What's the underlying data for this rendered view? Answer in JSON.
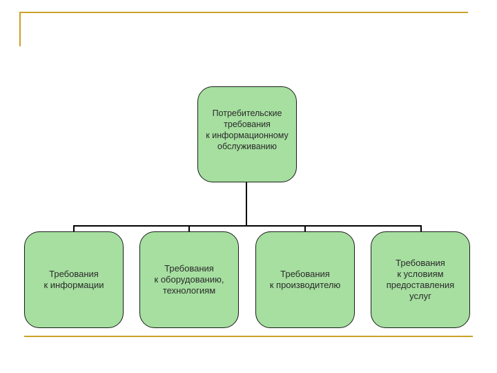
{
  "diagram": {
    "root": {
      "label": "Потребительские\nтребования\nк информационному\nобслуживанию"
    },
    "children": [
      {
        "label": "Требования\nк  информации"
      },
      {
        "label": "Требования\nк оборудованию,\nтехнологиям"
      },
      {
        "label": "Требования\nк производителю"
      },
      {
        "label": "Требования\nк условиям\nпредоставления\nуслуг"
      }
    ]
  },
  "colors": {
    "node_fill": "#a6dfa0",
    "node_border": "#1a1a1a",
    "accent_line": "#c9a227"
  }
}
